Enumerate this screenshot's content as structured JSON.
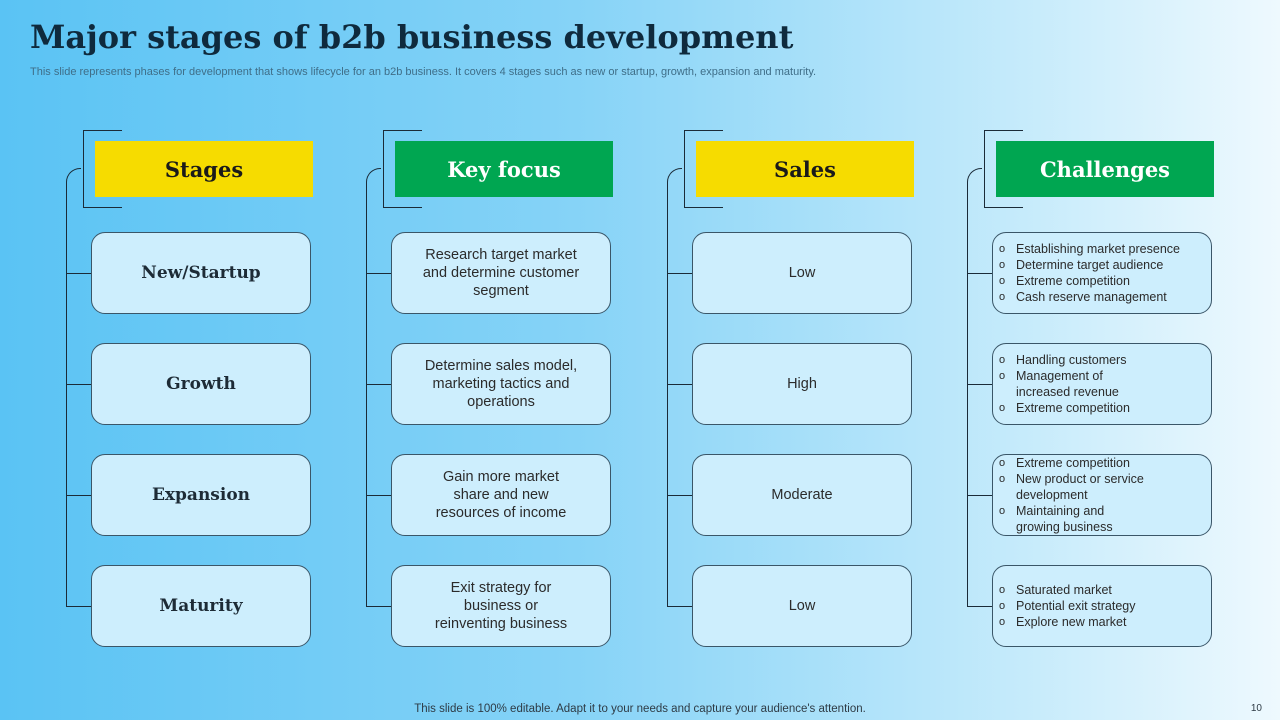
{
  "slide": {
    "title": "Major stages of  b2b business  development",
    "subtitle": "This slide represents phases for development that shows lifecycle for an b2b business. It covers 4 stages such as new or startup, growth, expansion and maturity.",
    "footer": "This slide is 100% editable. Adapt it to your needs and capture your audience's attention.",
    "page_number": "10"
  },
  "colors": {
    "yellow_header": "#f6dc00",
    "green_header": "#00a651",
    "card_fill": "#cdeefd"
  },
  "columns": [
    {
      "header": "Stages",
      "header_color": "yellow",
      "items": [
        "New/Startup",
        "Growth",
        "Expansion",
        "Maturity"
      ]
    },
    {
      "header": "Key focus",
      "header_color": "green",
      "items": [
        "Research target market\nand determine customer\nsegment",
        "Determine sales model,\nmarketing tactics and\noperations",
        "Gain more market\nshare and new\nresources of income",
        "Exit strategy for\nbusiness or\nreinventing business"
      ]
    },
    {
      "header": "Sales",
      "header_color": "yellow",
      "items": [
        "Low",
        "High",
        "Moderate",
        "Low"
      ]
    },
    {
      "header": "Challenges",
      "header_color": "green",
      "items": [
        [
          "Establishing market presence",
          "Determine target audience",
          "Extreme competition",
          "Cash reserve  management"
        ],
        [
          "Handling customers",
          "Management of\nincreased revenue",
          "Extreme competition"
        ],
        [
          "Extreme competition",
          "New product or service\ndevelopment",
          "Maintaining and\ngrowing business"
        ],
        [
          "Saturated market",
          "Potential exit strategy",
          "Explore new market"
        ]
      ]
    }
  ],
  "bullet_glyph": "o"
}
